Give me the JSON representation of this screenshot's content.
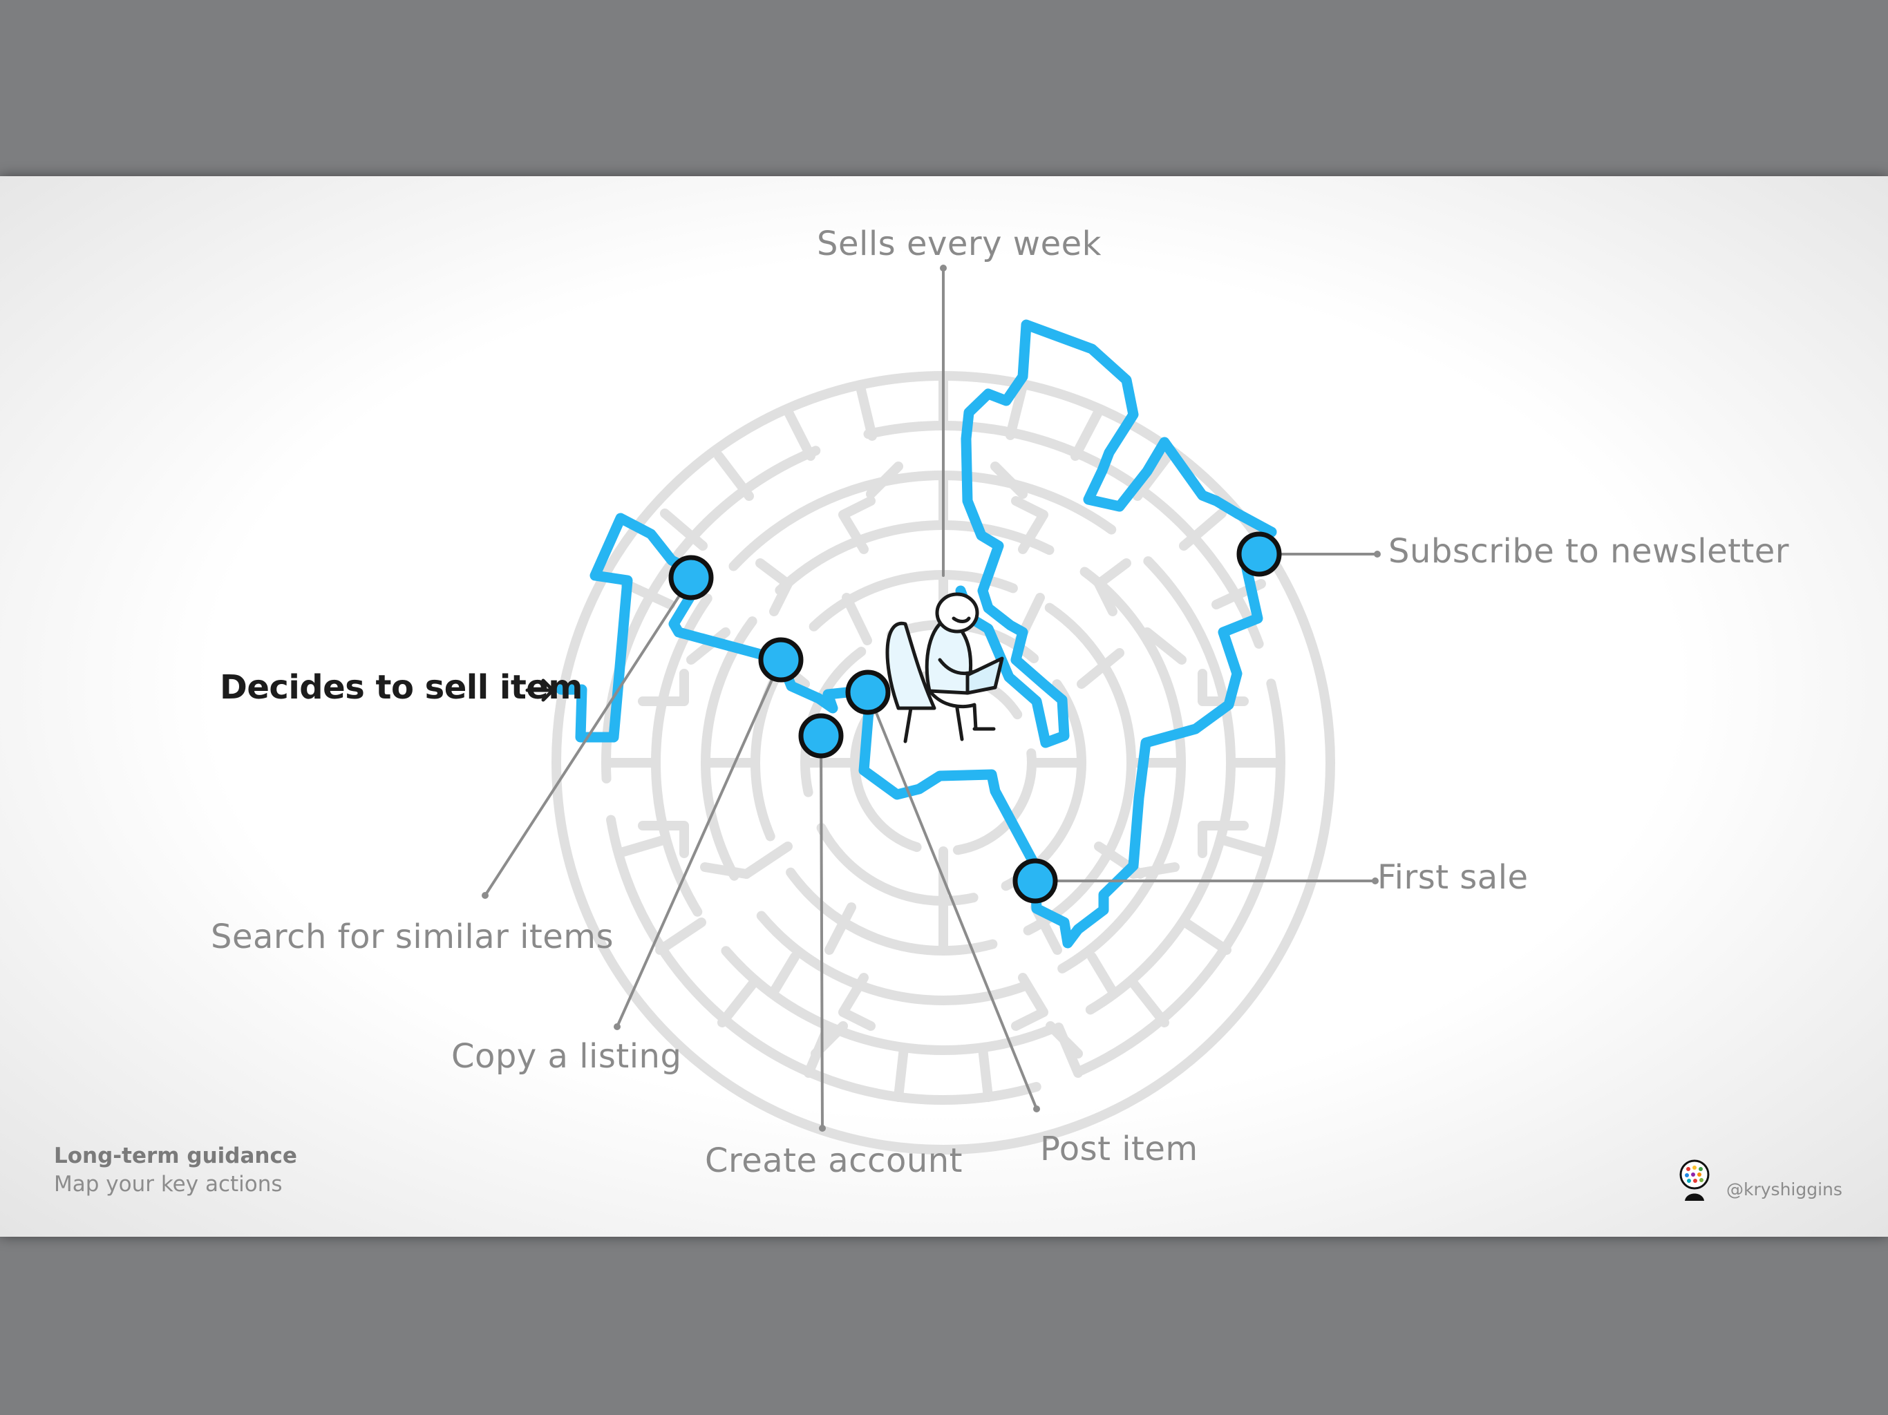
{
  "steps": {
    "start": "Decides to sell item",
    "search": "Search for similar items",
    "copy": "Copy a listing",
    "create": "Create account",
    "post": "Post item",
    "first_sale": "First sale",
    "subscribe": "Subscribe to newsletter",
    "sells_weekly": "Sells every week"
  },
  "caption": {
    "title": "Long-term guidance",
    "subtitle": "Map your key actions"
  },
  "credit": {
    "handle": "@kryshiggins"
  },
  "colors": {
    "background_frame": "#7d7e80",
    "maze": "#e0e0e0",
    "path": "#26b5f2",
    "marker_fill": "#2ab6f3",
    "marker_stroke": "#111111",
    "leader": "#8c8c8c",
    "label": "#8a8a8a",
    "start_label": "#1c1c1c"
  },
  "icons": {
    "start_arrow": "arrow-right-icon",
    "person": "person-on-laptop-icon",
    "avatar": "avatar-icon"
  }
}
